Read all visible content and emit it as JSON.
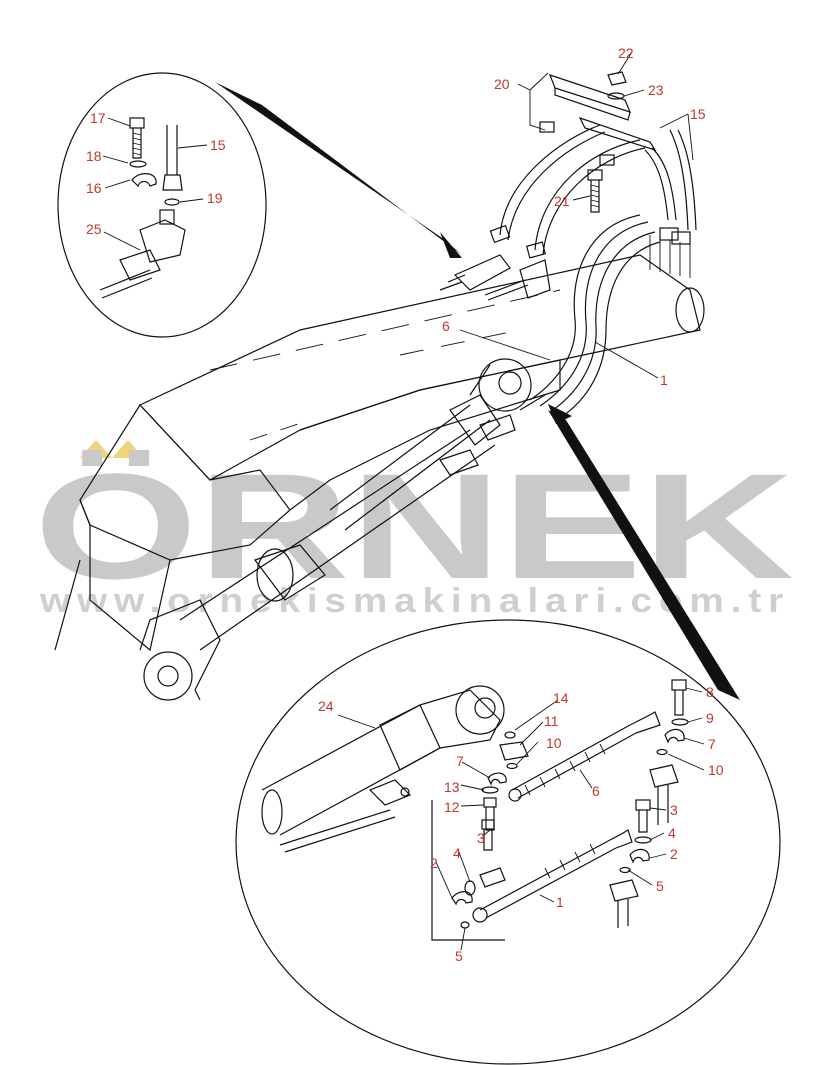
{
  "diagram": {
    "watermark": {
      "brand": "ÖRNEK",
      "url": "www.ornekismakinalari.com.tr",
      "accent_color": "#f3d37a",
      "text_color": "#c9c9c9"
    },
    "callout_color": "#c0392b",
    "callouts": {
      "c1a": "1",
      "c6a": "6",
      "c15a": "15",
      "c20": "20",
      "c21": "21",
      "c22": "22",
      "c23": "23",
      "c17": "17",
      "c18": "18",
      "c16": "16",
      "c15b": "15",
      "c19": "19",
      "c25": "25",
      "c24": "24",
      "c14": "14",
      "c11": "11",
      "c10a": "10",
      "c7a": "7",
      "c13": "13",
      "c12": "12",
      "c3a": "3",
      "c8": "8",
      "c9": "9",
      "c7b": "7",
      "c10b": "10",
      "c6b": "6",
      "c3b": "3",
      "c4a": "4",
      "c2a": "2",
      "c5a": "5",
      "c2b": "2",
      "c4b": "4",
      "c1b": "1",
      "c5b": "5"
    }
  }
}
